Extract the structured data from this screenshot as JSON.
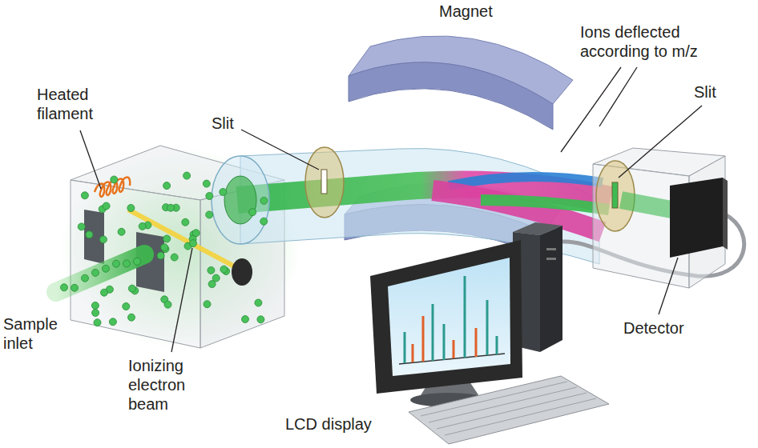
{
  "diagram": {
    "labels": [
      "Heated filament",
      "Slit",
      "Magnet",
      "Ions deflected according to m/z",
      "Slit",
      "Sample inlet",
      "Ionizing electron beam",
      "Detector",
      "LCD display"
    ]
  }
}
